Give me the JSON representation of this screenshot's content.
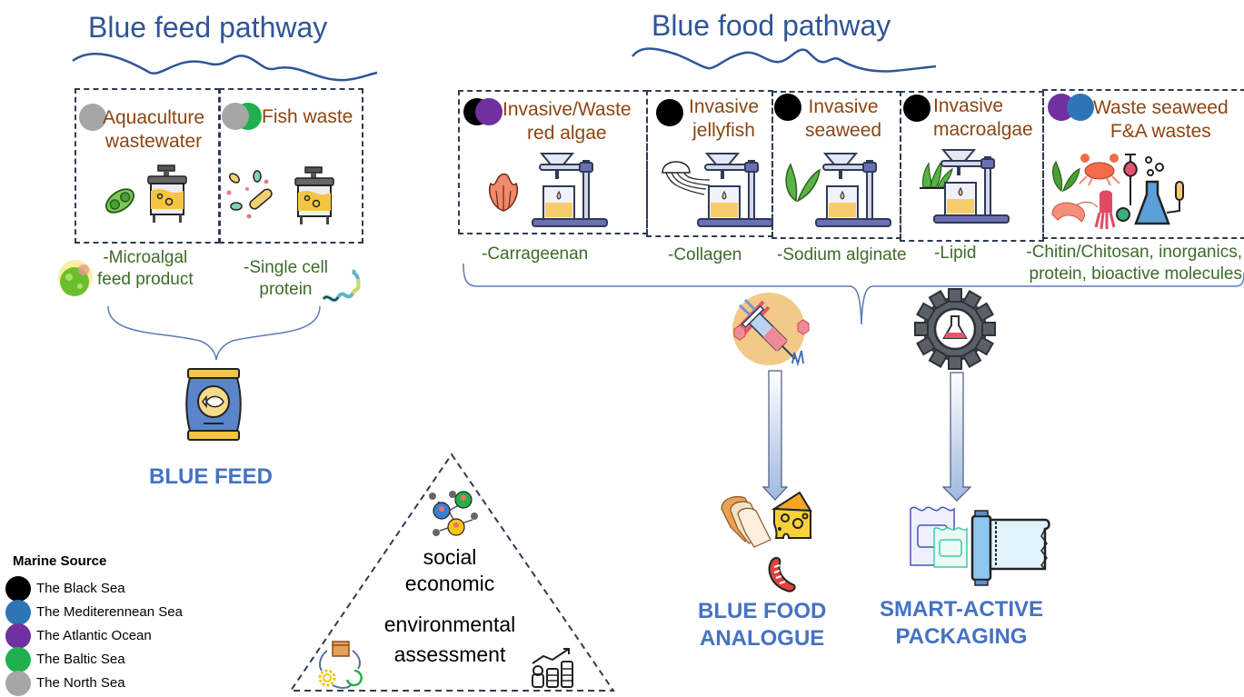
{
  "feed": {
    "title": "Blue feed pathway",
    "sources": [
      {
        "label_lines": [
          "Aquaculture",
          "wastewater"
        ],
        "markers": [
          "north"
        ]
      },
      {
        "label_lines": [
          "Fish waste"
        ],
        "markers": [
          "baltic",
          "north"
        ]
      }
    ],
    "products": [
      {
        "lines": [
          "-Microalgal",
          "feed product"
        ]
      },
      {
        "lines": [
          "-Single cell",
          "protein"
        ]
      }
    ],
    "outcome": "BLUE FEED"
  },
  "food": {
    "title": "Blue food pathway",
    "sources": [
      {
        "label_lines": [
          "Invasive/Waste",
          "red algae"
        ],
        "markers": [
          "black",
          "atlantic"
        ],
        "product": "-Carrageenan",
        "icon": "red-algae-icon"
      },
      {
        "label_lines": [
          "Invasive",
          "jellyfish"
        ],
        "markers": [
          "black"
        ],
        "product": "-Collagen",
        "icon": "jellyfish-icon"
      },
      {
        "label_lines": [
          "Invasive",
          "seaweed"
        ],
        "markers": [
          "black"
        ],
        "product": "-Sodium alginate",
        "icon": "seaweed-icon"
      },
      {
        "label_lines": [
          "Invasive",
          "macroalgae"
        ],
        "markers": [
          "black"
        ],
        "product": "-Lipid",
        "icon": "macroalgae-icon"
      },
      {
        "label_lines": [
          "Waste seaweed",
          "F&A wastes"
        ],
        "markers": [
          "atlantic",
          "mediterranean"
        ],
        "product_lines": [
          "-Chitin/Chitosan, inorganics,",
          "protein, bioactive molecules"
        ],
        "icon": "seafood-waste-lab-icon"
      }
    ],
    "outcomes": [
      {
        "lines": [
          "BLUE FOOD",
          "ANALOGUE"
        ]
      },
      {
        "lines": [
          "SMART-ACTIVE",
          "PACKAGING"
        ]
      }
    ]
  },
  "assessment": {
    "lines": [
      "social",
      "economic",
      "environmental",
      "assessment"
    ]
  },
  "legend": {
    "title": "Marine Source",
    "items": [
      {
        "key": "black",
        "label": "The Black Sea",
        "color": "#000000"
      },
      {
        "key": "mediterranean",
        "label": "The Mediterennean Sea",
        "color": "#2e75b6"
      },
      {
        "key": "atlantic",
        "label": "The Atlantic Ocean",
        "color": "#7030a0"
      },
      {
        "key": "baltic",
        "label": "The Baltic Sea",
        "color": "#1fb050"
      },
      {
        "key": "north",
        "label": "The North Sea",
        "color": "#a6a6a6"
      }
    ]
  },
  "colors": {
    "title": "#2f5597",
    "source_text": "#8b4513",
    "product_text": "#3d6b2a",
    "outcome_text": "#4472c4",
    "arrow_fill": "#c9d7ee",
    "arrow_stroke": "#4a5a7a"
  }
}
